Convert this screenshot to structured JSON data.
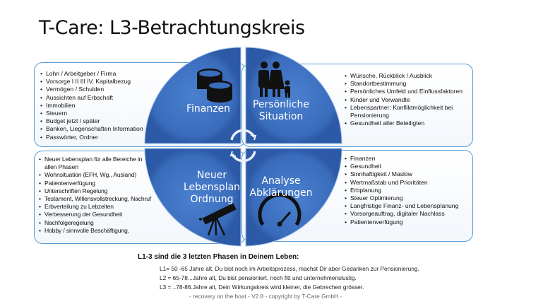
{
  "title": "T-Care: L3-Betrachtungskreis",
  "colors": {
    "quadrant": "#3a6fc0",
    "border": "#5b9bd5"
  },
  "quadrants": {
    "finanzen": {
      "label": "Finanzen",
      "icon": "coins-icon"
    },
    "persoenlich": {
      "label_1": "Persönliche",
      "label_2": "Situation",
      "icon": "family-icon"
    },
    "neuer": {
      "label_1": "Neuer",
      "label_2": "Lebensplan",
      "label_3": "Ordnung",
      "icon": "telescope-icon"
    },
    "analyse": {
      "label_1": "Analyse",
      "label_2": "Abklärungen",
      "icon": "gauge-icon"
    }
  },
  "lists": {
    "finanzen": [
      "Lohn / Arbeitgeber / Firma",
      "Vorsorge I II III IV, Kapitalbezug",
      "Vermögen / Schulden",
      "Aussichten auf Erbschaft",
      "Immobilien",
      "Steuern",
      "Budget jetzt / später",
      "Banken, Liegenschaften Information",
      "Passwörter, Ordner"
    ],
    "persoenlich": [
      "Wünsche, Rückblick / Ausblick",
      "Standortbestimmung",
      "Persönliches Umfeld und Einflussfaktoren",
      "Kinder und Verwandte",
      "Lebenspartner: Konfliktmöglichkeit bei Pensionierung",
      "Gesundheit aller Beteiligten"
    ],
    "neuer": [
      "Neuer Lebensplan für alle Bereiche in allen Phasen",
      "Wohnsituation (EFH, Wg., Ausland)",
      "Patientenverfügung",
      "Unterschriften Regelung",
      "Testament, Willensvollstreckung, Nachruf",
      "Erbverteilung zu Lebzeiten",
      "Verbesserung der Gesundheit",
      "Nachfolgeregelung",
      " Hobby / sinnvolle Beschäftigung,"
    ],
    "analyse": [
      "Finanzen",
      "Gesundheit",
      "Sinnhaftigkeit / Maslow",
      "Wertmaßstab und Prioritäten",
      "Erbplanung",
      "Steuer Optimierung",
      "Langfristige Finanz- und Lebensplanung",
      "Vorsorgeauftrag, digitaler Nachlass",
      "Patientenverfügung"
    ]
  },
  "footer": {
    "heading": "L1-3 sind die 3 letzten Phasen in Deinem Leben:",
    "l1": "L1=  50 -65 Jahre alt, Du bist noch im Arbeitsprozess, machst Dir aber Gedanken zur Pensionierung.",
    "l2": "L2 = 65-78...Jahre alt, Du bist pensioniert, noch fitt und unternehmenslustig.",
    "l3": "L3 = ..78-86.Jahre alt, Dein Wirkungskreis wird kleiner, die Gebrechen grösser.",
    "copyright": "- recovery on the boat - V2.8   - copyright by T-Care GmbH -"
  }
}
